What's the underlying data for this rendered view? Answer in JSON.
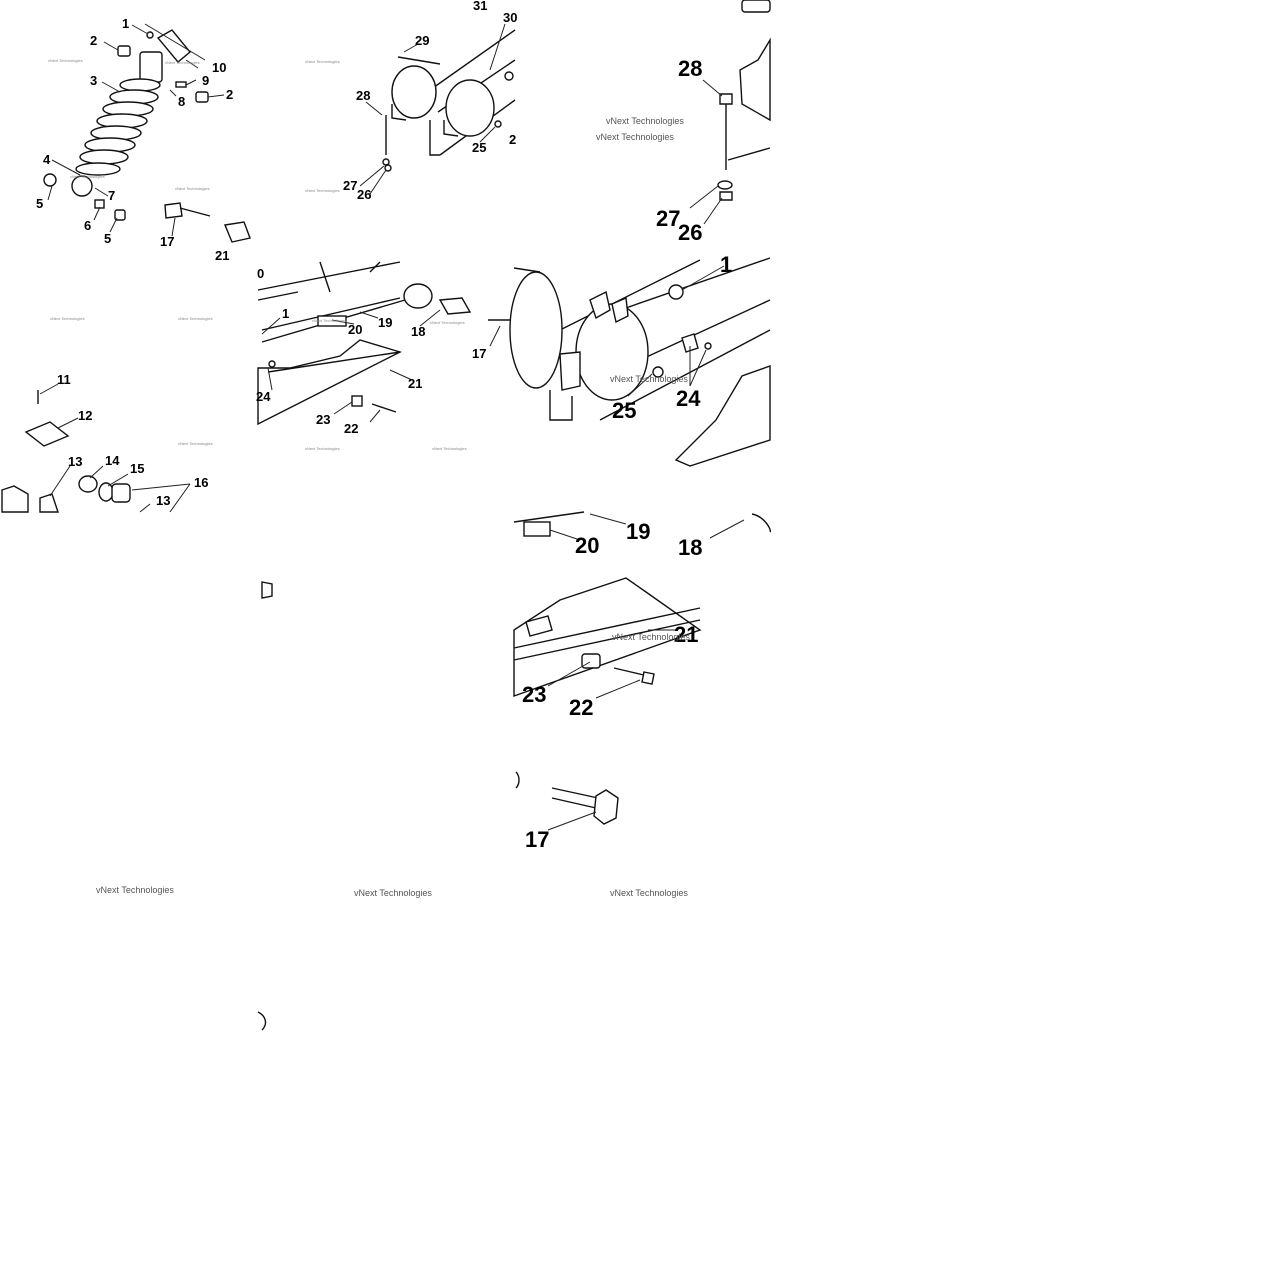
{
  "watermark": "vNext Technologies",
  "panel_a_labels": [
    "1",
    "2",
    "10",
    "3",
    "9",
    "8",
    "2",
    "4",
    "7",
    "5",
    "6",
    "5",
    "17",
    "21"
  ],
  "panel_b_labels": [
    "31",
    "30",
    "29",
    "28",
    "25",
    "27",
    "26",
    "2"
  ],
  "panel_c_labels": [
    "28",
    "27",
    "26"
  ],
  "panel_d_labels": [
    "11",
    "12",
    "13",
    "14",
    "15",
    "16",
    "13"
  ],
  "panel_e_labels": [
    "0",
    "1",
    "20",
    "19",
    "18",
    "17",
    "21",
    "24",
    "23",
    "22"
  ],
  "panel_f_labels": [
    "1",
    "24",
    "25"
  ],
  "panel_g_labels": [
    "20",
    "19",
    "18"
  ],
  "panel_h_labels": [
    "21",
    "23",
    "22"
  ],
  "panel_i_labels": [
    "17"
  ]
}
